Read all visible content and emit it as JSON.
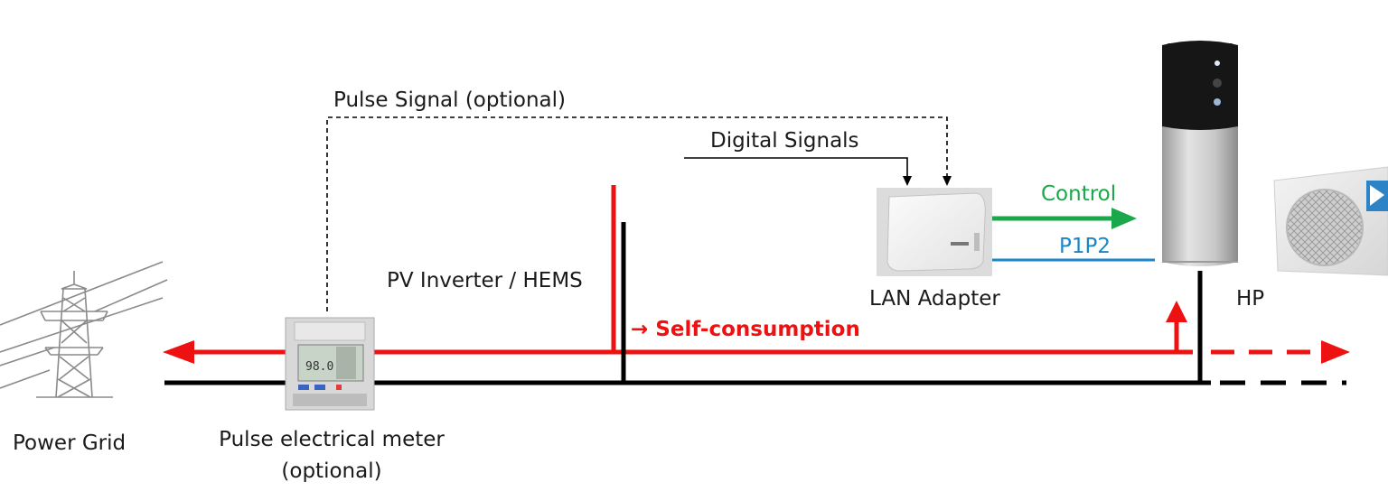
{
  "labels": {
    "pulse_signal": "Pulse Signal (optional)",
    "digital_signals": "Digital Signals",
    "pv_inverter": "PV Inverter / HEMS",
    "lan_adapter": "LAN Adapter",
    "control": "Control",
    "p1p2": "P1P2",
    "hp": "HP",
    "self_consumption": "→ Self-consumption",
    "power_grid": "Power Grid",
    "meter_line1": "Pulse electrical meter",
    "meter_line2": "(optional)"
  },
  "colors": {
    "red": "#ee1111",
    "black": "#000000",
    "green": "#1aa84a",
    "blue": "#1a86c8",
    "text": "#1a1a1a"
  },
  "meter": {
    "display_value": "98.0"
  }
}
